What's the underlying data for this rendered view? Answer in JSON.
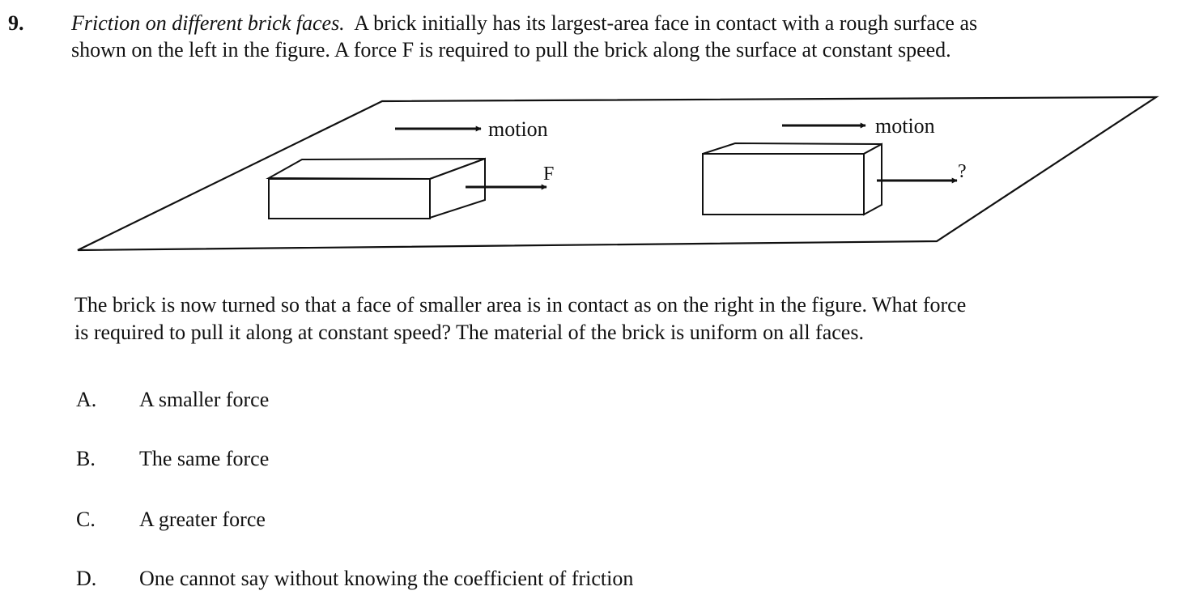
{
  "question": {
    "number": "9.",
    "title": "Friction on different brick faces.",
    "line1_rest": "A brick initially has its largest-area face in contact with a rough surface as",
    "line2": "shown on the left in the figure.  A force F is required to pull the brick along the surface at constant speed."
  },
  "figure": {
    "left_motion_label": "motion",
    "left_force_label": "F",
    "right_motion_label": "motion",
    "right_force_label": "?"
  },
  "body": {
    "line1": "The brick is now turned so that a face of smaller area is in contact as on the right in the figure. What force",
    "line2": "is required to pull it along at constant speed?  The material of the brick is uniform on all faces."
  },
  "options": [
    {
      "letter": "A.",
      "text": "A smaller force"
    },
    {
      "letter": "B.",
      "text": "The same force"
    },
    {
      "letter": "C.",
      "text": "A greater force"
    },
    {
      "letter": "D.",
      "text": "One cannot say without knowing the coefficient of friction"
    }
  ]
}
